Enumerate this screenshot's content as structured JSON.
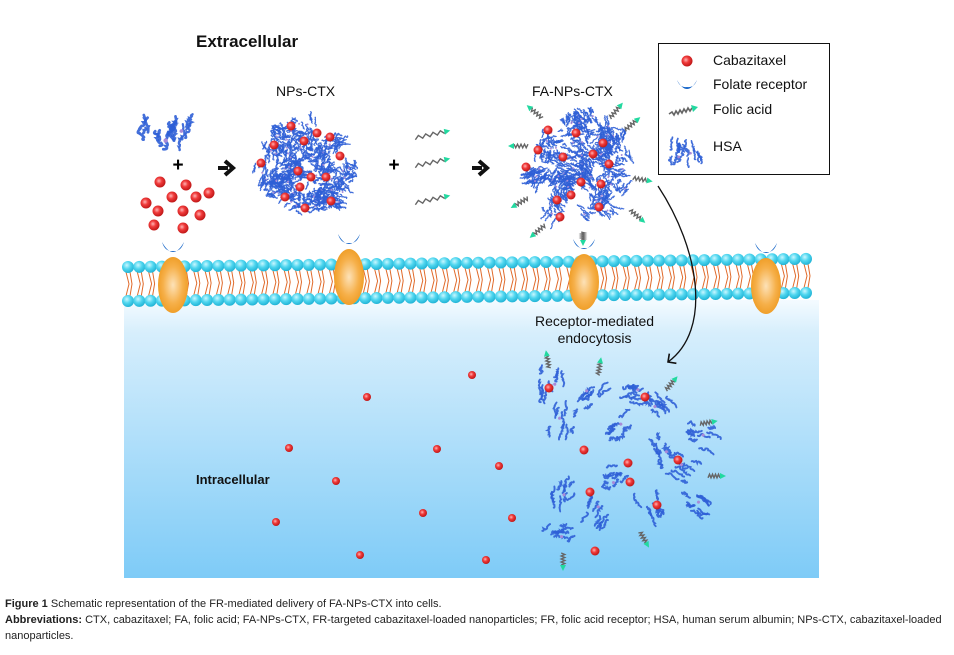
{
  "figure": {
    "extracellular_label": "Extracellular",
    "intracellular_label": "Intracellular",
    "nps_ctx_label": "NPs-CTX",
    "fa_nps_ctx_label": "FA-NPs-CTX",
    "plus_symbol": "+",
    "endocytosis_label_line1": "Receptor-mediated",
    "endocytosis_label_line2": "endocytosis",
    "colors": {
      "cabazitaxel": "#e8262a",
      "folate_receptor": "#1565c8",
      "folic_acid_chain": "#666666",
      "folic_acid_tip": "#22d9a0",
      "hsa_protein": "#2f5fd6",
      "membrane_head": "#4fd4ee",
      "membrane_tail": "#e06a2a",
      "transmembrane_protein": "#f4a42a",
      "cytoplasm_top": "#dff1fc",
      "cytoplasm_bottom": "#7ecbf7"
    }
  },
  "legend": {
    "items": [
      {
        "icon": "cabazitaxel-dot-icon",
        "label": "Cabazitaxel"
      },
      {
        "icon": "folate-receptor-icon",
        "label": "Folate receptor"
      },
      {
        "icon": "folic-acid-icon",
        "label": "Folic acid"
      },
      {
        "icon": "hsa-protein-icon",
        "label": "HSA"
      }
    ]
  },
  "caption": {
    "figure_label": "Figure 1",
    "figure_text": "Schematic representation of the FR-mediated delivery of FA-NPs-CTX into cells.",
    "abbreviations_label": "Abbreviations:",
    "abbreviations_text": "CTX, cabazitaxel; FA, folic acid; FA-NPs-CTX, FR-targeted cabazitaxel-loaded nanoparticles; FR, folic acid receptor; HSA, human serum albumin; NPs-CTX, cabazitaxel-loaded nanoparticles."
  }
}
